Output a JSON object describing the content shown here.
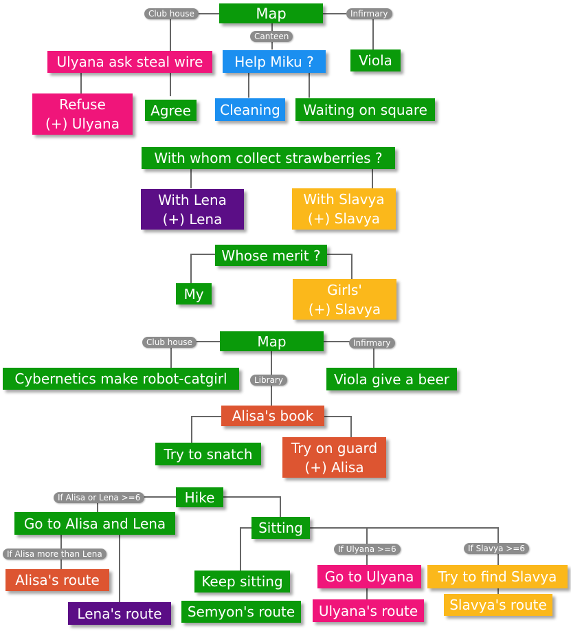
{
  "colors": {
    "green": "#0a9a0a",
    "pink": "#f0157a",
    "blue": "#1b8ff0",
    "purple": "#5b0e86",
    "yellow": "#fbb81b",
    "orange": "#dd5531",
    "tag": "#8c8c8c",
    "line": "#666666"
  },
  "day1": {
    "map": "Map",
    "tag_club": "Club house",
    "tag_infirmary": "Infirmary",
    "tag_canteen": "Canteen",
    "ulyana_ask": "Ulyana ask steal wire",
    "help_miku": "Help Miku ?",
    "viola": "Viola",
    "refuse": "Refuse\n(+) Ulyana",
    "agree": "Agree",
    "cleaning": "Cleaning",
    "waiting": "Waiting on square"
  },
  "strawberries": {
    "question": "With whom collect strawberries ?",
    "lena": "With Lena\n(+) Lena",
    "slavya": "With Slavya\n(+) Slavya"
  },
  "merit": {
    "question": "Whose merit ?",
    "my": "My",
    "girls": "Girls'\n(+) Slavya"
  },
  "day2": {
    "map": "Map",
    "tag_club": "Club house",
    "tag_infirmary": "Infirmary",
    "tag_library": "Library",
    "cybernetics": "Cybernetics make robot-catgirl",
    "viola_beer": "Viola give a beer",
    "alisa_book": "Alisa's book",
    "snatch": "Try to snatch",
    "guard": "Try on guard\n(+) Alisa"
  },
  "hike": {
    "hike": "Hike",
    "tag_alisa_lena": "If Alisa or Lena >=6",
    "go_alisa_lena": "Go to Alisa and Lena",
    "tag_alisa_more": "If Alisa more than Lena",
    "alisa_route": "Alisa's route",
    "lena_route": "Lena's route",
    "sitting": "Sitting",
    "keep_sitting": "Keep sitting",
    "semyon_route": "Semyon's route",
    "tag_ulyana": "If Ulyana >=6",
    "go_ulyana": "Go to Ulyana",
    "ulyana_route": "Ulyana's route",
    "tag_slavya": "If Slavya >=6",
    "find_slavya": "Try to find Slavya",
    "slavya_route": "Slavya's route"
  }
}
